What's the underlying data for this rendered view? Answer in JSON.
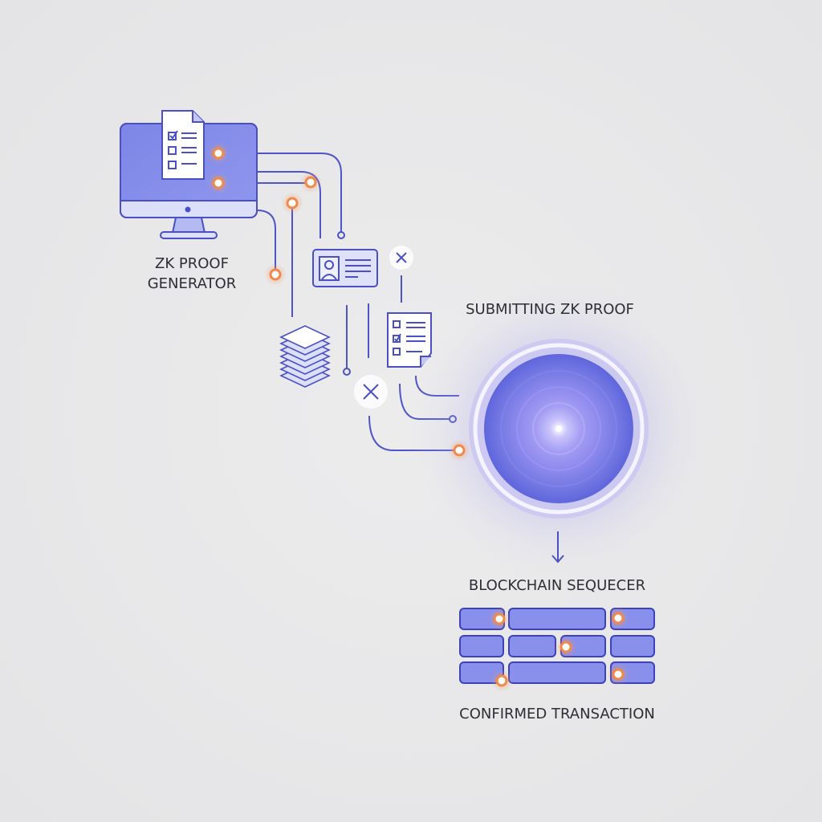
{
  "labels": {
    "generator_line1": "ZK PROOF",
    "generator_line2": "GENERATOR",
    "submitting": "SUBMITTING ZK PROOF",
    "sequencer": "BLOCKCHAIN SEQUECER",
    "confirmed": "CONFIRMED TRANSACTION"
  },
  "colors": {
    "primary": "#7b85e8",
    "stroke": "#4a50c4",
    "node_orange": "#f08a4b",
    "background": "#e7e7e8",
    "text": "#2e2e36"
  },
  "icons": [
    "monitor-icon",
    "checklist-document-icon",
    "id-card-icon",
    "close-x-icon",
    "layers-stack-icon",
    "orb-icon",
    "arrow-down-icon",
    "block-grid-icon"
  ]
}
